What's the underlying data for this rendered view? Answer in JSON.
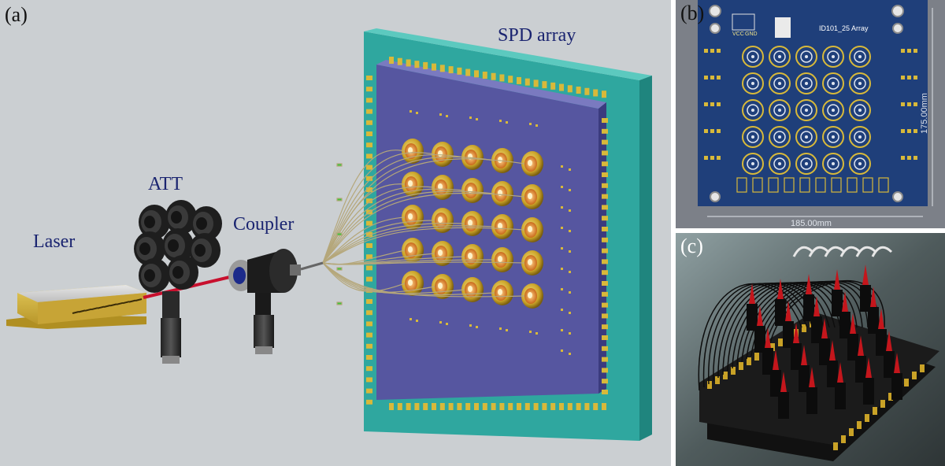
{
  "panels": {
    "a": {
      "label": "(a)",
      "components": {
        "laser": "Laser",
        "att": "ATT",
        "coupler": "Coupler",
        "spd_array": "SPD array"
      }
    },
    "b": {
      "label": "(b)",
      "board_title": "ID101_25 Array",
      "pin_vcc": "VCC",
      "pin_gnd": "GND",
      "dim_width": "185.00mm",
      "dim_height": "175.00mm"
    },
    "c": {
      "label": "(c)"
    }
  },
  "colors": {
    "label_text": "#1a2470",
    "background_a": "#cbcfd2",
    "board_base": "#2fa79f",
    "board_face": "#4f4f9a",
    "pcb_blue": "#1f3f7a",
    "laser_beam": "#c8102e",
    "gold": "#c9a227"
  }
}
